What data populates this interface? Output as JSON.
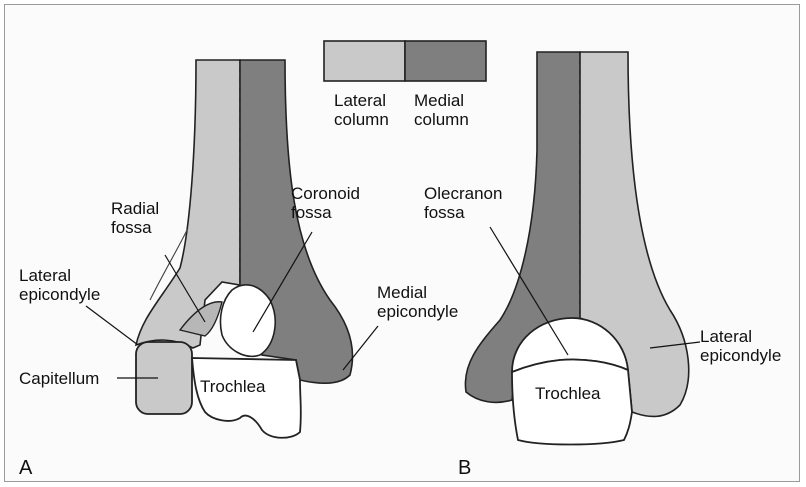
{
  "legend": {
    "lateral_label": "Lateral\ncolumn",
    "medial_label": "Medial\ncolumn",
    "lateral_color": "#c9c9c9",
    "medial_color": "#7f7f7f"
  },
  "panel_a": {
    "letter": "A",
    "labels": {
      "radial_fossa": "Radial\nfossa",
      "coronoid_fossa": "Coronoid\nfossa",
      "lateral_epicondyle": "Lateral\nepicondyle",
      "medial_epicondyle": "Medial\nepicondyle",
      "capitellum": "Capitellum",
      "trochlea": "Trochlea"
    }
  },
  "panel_b": {
    "letter": "B",
    "labels": {
      "olecranon_fossa": "Olecranon\nfossa",
      "lateral_epicondyle": "Lateral\nepicondyle",
      "trochlea": "Trochlea"
    }
  }
}
